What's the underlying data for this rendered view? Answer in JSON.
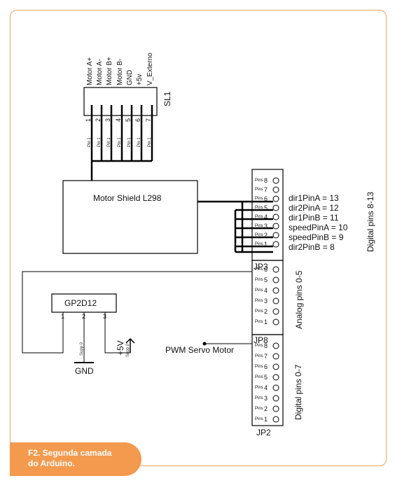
{
  "sl1": {
    "name": "SL1",
    "pins": [
      "1",
      "2",
      "3",
      "4",
      "5",
      "6",
      "7"
    ],
    "labels": [
      "Motor A+",
      "Motor A-",
      "Motor B+",
      "Motor B-",
      "GND",
      "+5v",
      "V_Externo"
    ],
    "pin_small": "Pin 1"
  },
  "motor_shield": {
    "label": "Motor Shield L298"
  },
  "digital_high": {
    "pins": [
      "8",
      "7",
      "6",
      "5",
      "4",
      "3",
      "2",
      "1"
    ],
    "small": "Pins",
    "assignments": [
      "dir1PinA = 13",
      "dir2PinA = 12",
      "dir1PinB = 11",
      "speedPinA = 10",
      "speedPinB = 9",
      "dir2PinB = 8"
    ],
    "side_label": "Digital pins 8-13"
  },
  "analog": {
    "jp_label": "JP3",
    "pins": [
      "6",
      "5",
      "4",
      "3",
      "2",
      "1"
    ],
    "side_label": "Analog pins 0-5"
  },
  "digital_low": {
    "jp_label": "JP8",
    "bottom_label": "JP2",
    "pins": [
      "8",
      "7",
      "6",
      "5",
      "4",
      "3",
      "2",
      "1"
    ],
    "side_label": "Digital pins 0-7"
  },
  "sensor": {
    "name": "GP2D12",
    "pins": [
      "1",
      "2",
      "3"
    ],
    "small": "Supp 0"
  },
  "labels": {
    "gnd": "GND",
    "vcc": "+5V",
    "servo": "PWM Servo Motor"
  },
  "caption": {
    "line1": "F2. Segunda camada",
    "line2": "do Arduino."
  }
}
